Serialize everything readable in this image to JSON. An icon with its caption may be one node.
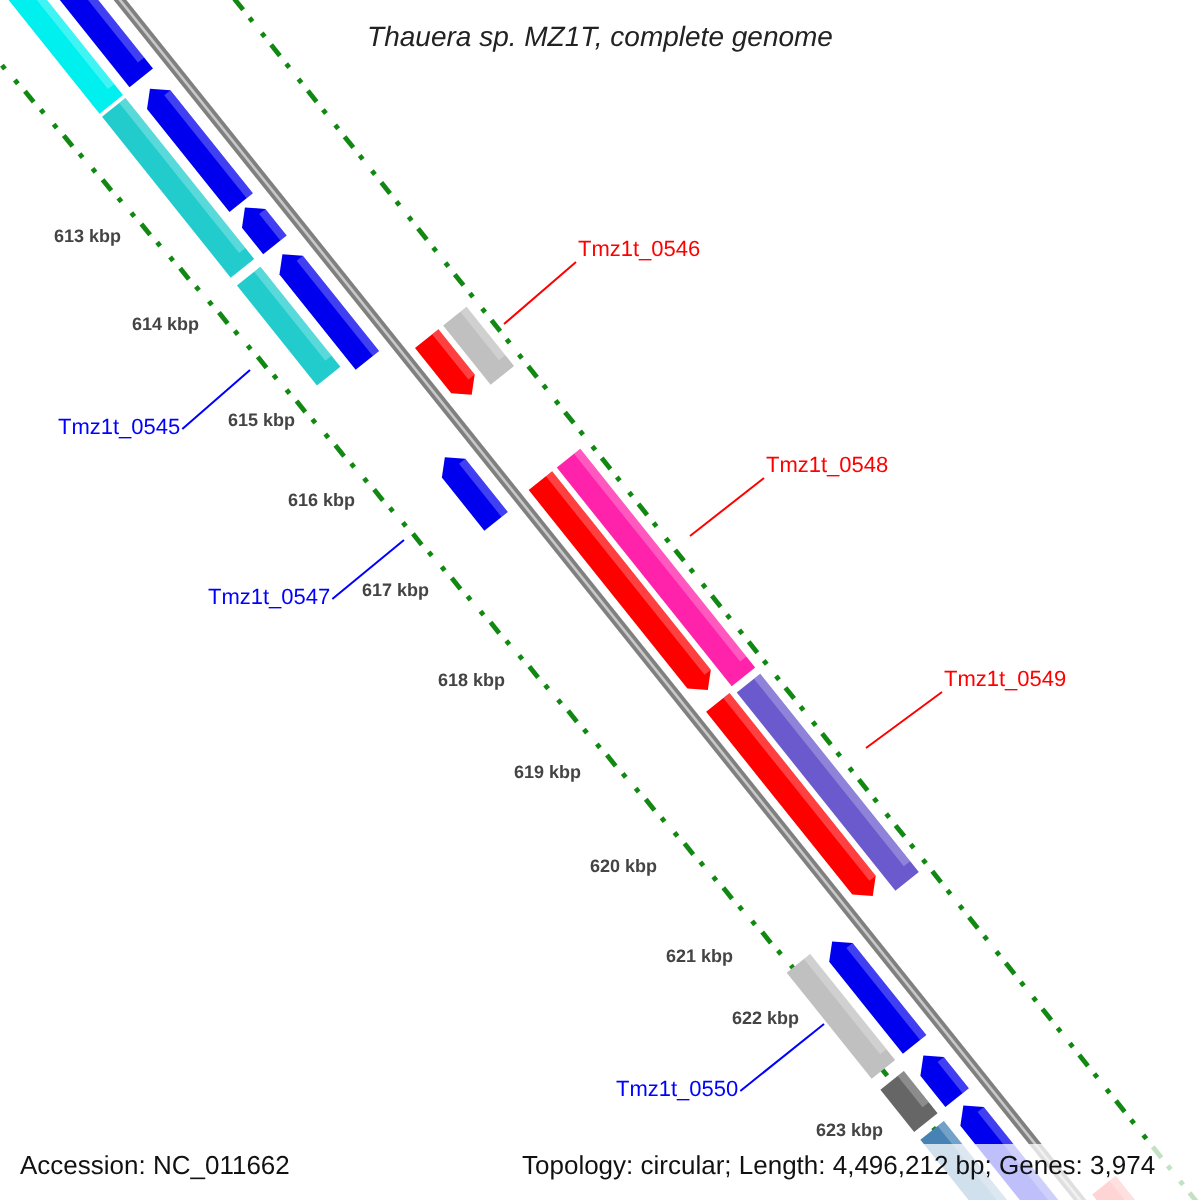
{
  "diagram": {
    "title": "Thauera sp. MZ1T, complete genome",
    "nodes": [
      {
        "text": [
          "Tmz1t_0546"
        ]
      },
      {
        "text": [
          "Tmz1t_0545"
        ]
      },
      {
        "text": [
          "Tmz1t_0548"
        ]
      },
      {
        "text": [
          "Tmz1t_0547"
        ]
      },
      {
        "text": [
          "Tmz1t_0549"
        ]
      },
      {
        "text": [
          "Tmz1t_0550"
        ]
      }
    ],
    "edges": [
      {
        "from": 0,
        "to": null,
        "arrow": "none",
        "color": "#ff0000"
      },
      {
        "from": 1,
        "to": null,
        "arrow": "none",
        "color": "#0000ff"
      },
      {
        "from": 2,
        "to": null,
        "arrow": "none",
        "color": "#ff0000"
      },
      {
        "from": 3,
        "to": null,
        "arrow": "none",
        "color": "#0000ff"
      },
      {
        "from": 4,
        "to": null,
        "arrow": "none",
        "color": "#ff0000"
      },
      {
        "from": 5,
        "to": null,
        "arrow": "none",
        "color": "#0000ff"
      }
    ],
    "labels": [
      "613 kbp",
      "614 kbp",
      "615 kbp",
      "616 kbp",
      "617 kbp",
      "618 kbp",
      "619 kbp",
      "620 kbp",
      "621 kbp",
      "622 kbp",
      "623 kbp",
      "Accession: NC_011662",
      "Topology: circular; Length: 4,496,212 bp; Genes: 3,974"
    ]
  }
}
